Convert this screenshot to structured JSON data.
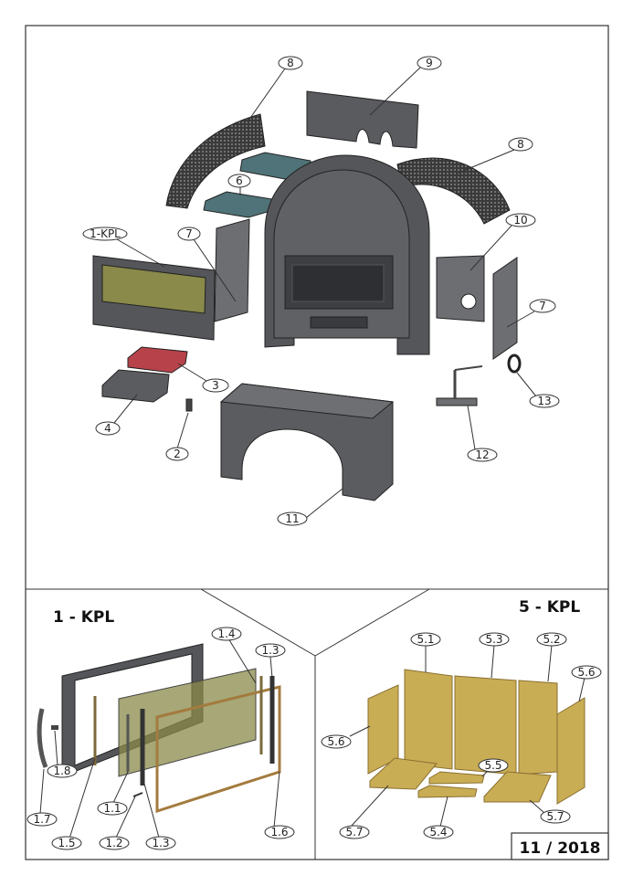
{
  "sections": {
    "left_title": "1 - KPL",
    "right_title": "5 - KPL",
    "date": "11 / 2018"
  },
  "labels": {
    "l8a": "8",
    "l9": "9",
    "l8b": "8",
    "l6": "6",
    "l1kpl": "1-KPL",
    "l7a": "7",
    "l10": "10",
    "l7b": "7",
    "l3": "3",
    "l4": "4",
    "l13": "13",
    "l2": "2",
    "l12": "12",
    "l11": "11",
    "l14": "1.4",
    "l13b": "1.3",
    "l13c": "1.3",
    "l18": "1.8",
    "l17": "1.7",
    "l11b": "1.1",
    "l15": "1.5",
    "l12b": "1.2",
    "l16": "1.6",
    "l51": "5.1",
    "l53": "5.3",
    "l52": "5.2",
    "l56a": "5.6",
    "l56b": "5.6",
    "l55": "5.5",
    "l57a": "5.7",
    "l57b": "5.7",
    "l54": "5.4"
  },
  "colors": {
    "steel": "#55565a",
    "steel_light": "#6d6e72",
    "mesh": "#2a2a2a",
    "slate": "#4f7378",
    "grate": "#b8424a",
    "glass": "#8a8a4a",
    "vermiculite": "#c9ad55",
    "vermiculite_dark": "#a88c38"
  }
}
